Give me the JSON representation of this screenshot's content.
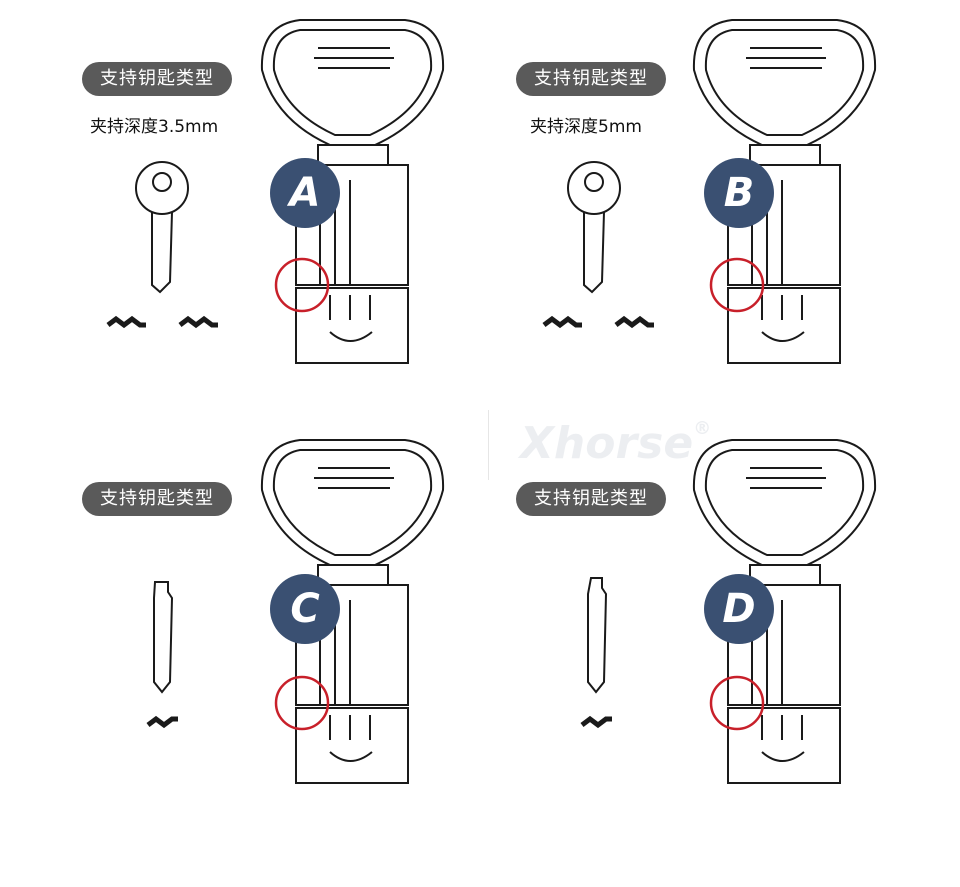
{
  "panels": [
    {
      "label": "支持钥匙类型",
      "depth": "夹持深度3.5mm",
      "letter": "A"
    },
    {
      "label": "支持钥匙类型",
      "depth": "夹持深度5mm",
      "letter": "B"
    },
    {
      "label": "支持钥匙类型",
      "depth": "",
      "letter": "C"
    },
    {
      "label": "支持钥匙类型",
      "depth": "",
      "letter": "D"
    }
  ],
  "watermark": {
    "brand": "Xhorse",
    "mark": "®"
  },
  "colors": {
    "badge": "#3a5072",
    "pill": "#5a5a5a",
    "highlight": "#c8202a",
    "line": "#1a1a1a"
  }
}
